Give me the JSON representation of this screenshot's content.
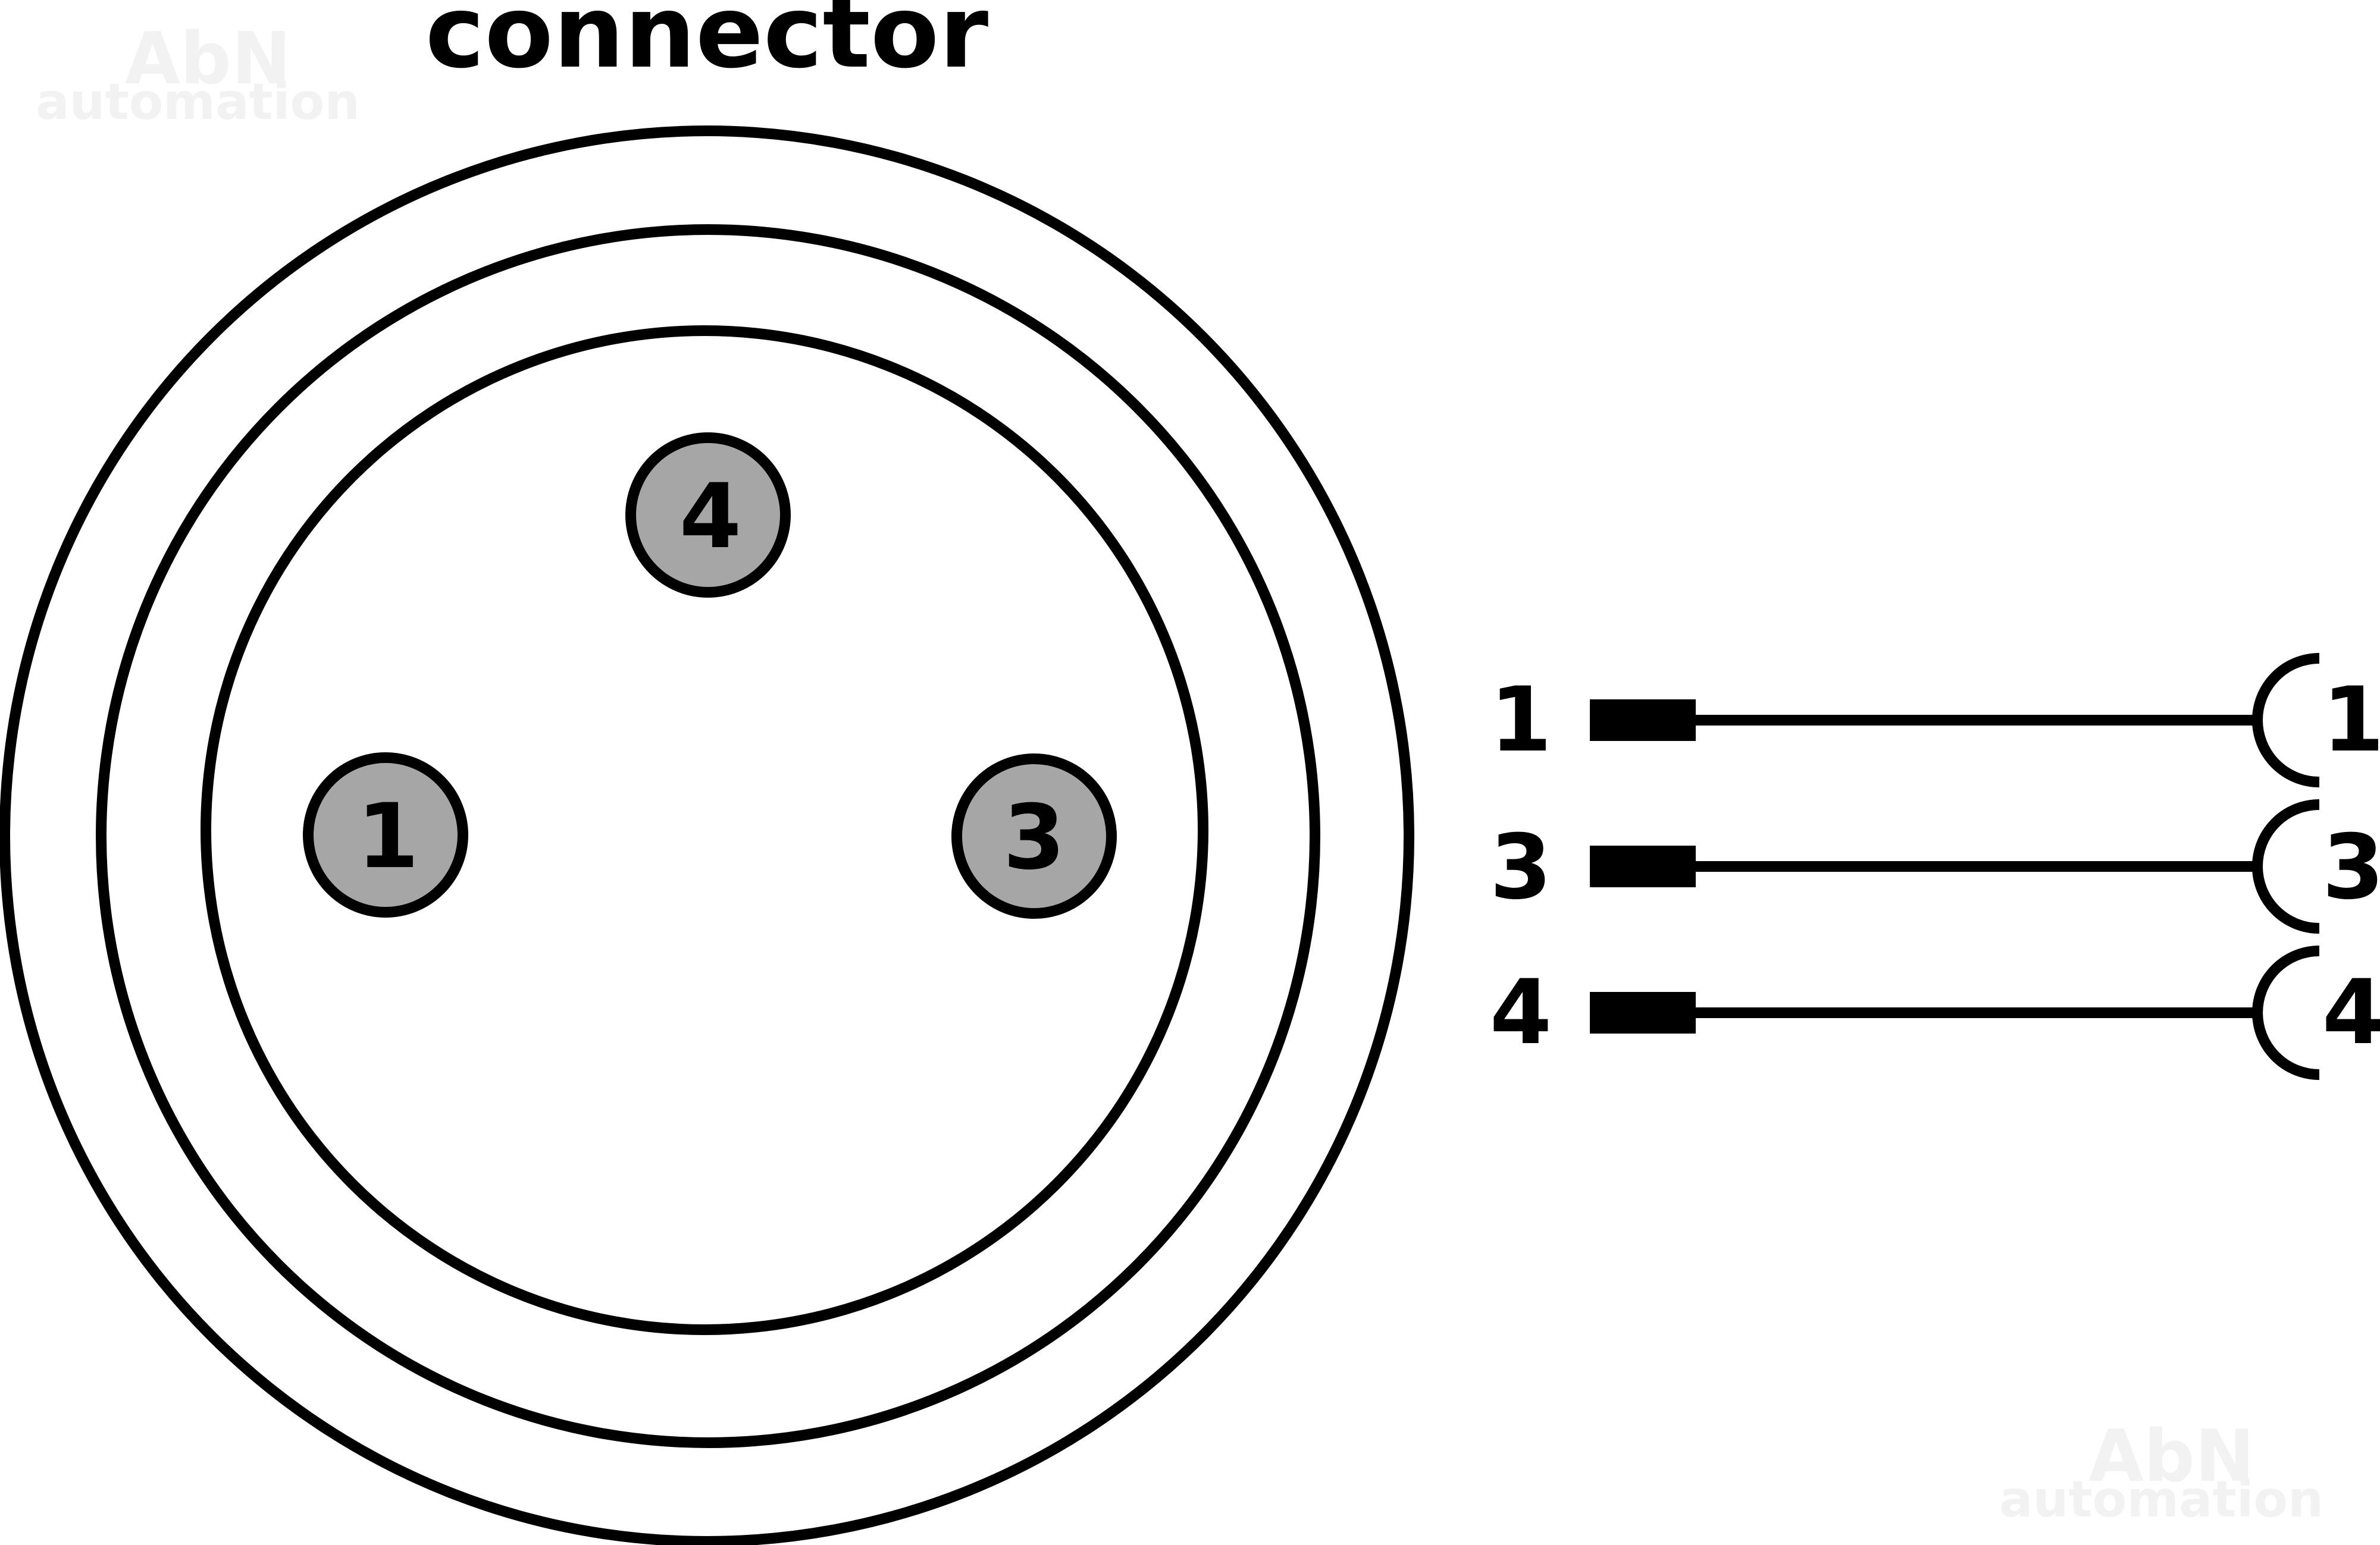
{
  "title": "connector",
  "watermark": {
    "line1": "AbN",
    "line2": "automation"
  },
  "colors": {
    "stroke": "#000000",
    "pin_fill": "#a6a6a6",
    "background": "#ffffff",
    "watermark": "#f2f2f2"
  },
  "pins": [
    {
      "number": "1"
    },
    {
      "number": "3"
    },
    {
      "number": "4"
    }
  ],
  "wires": [
    {
      "left_label": "1",
      "right_label": "1"
    },
    {
      "left_label": "3",
      "right_label": "3"
    },
    {
      "left_label": "4",
      "right_label": "4"
    }
  ]
}
